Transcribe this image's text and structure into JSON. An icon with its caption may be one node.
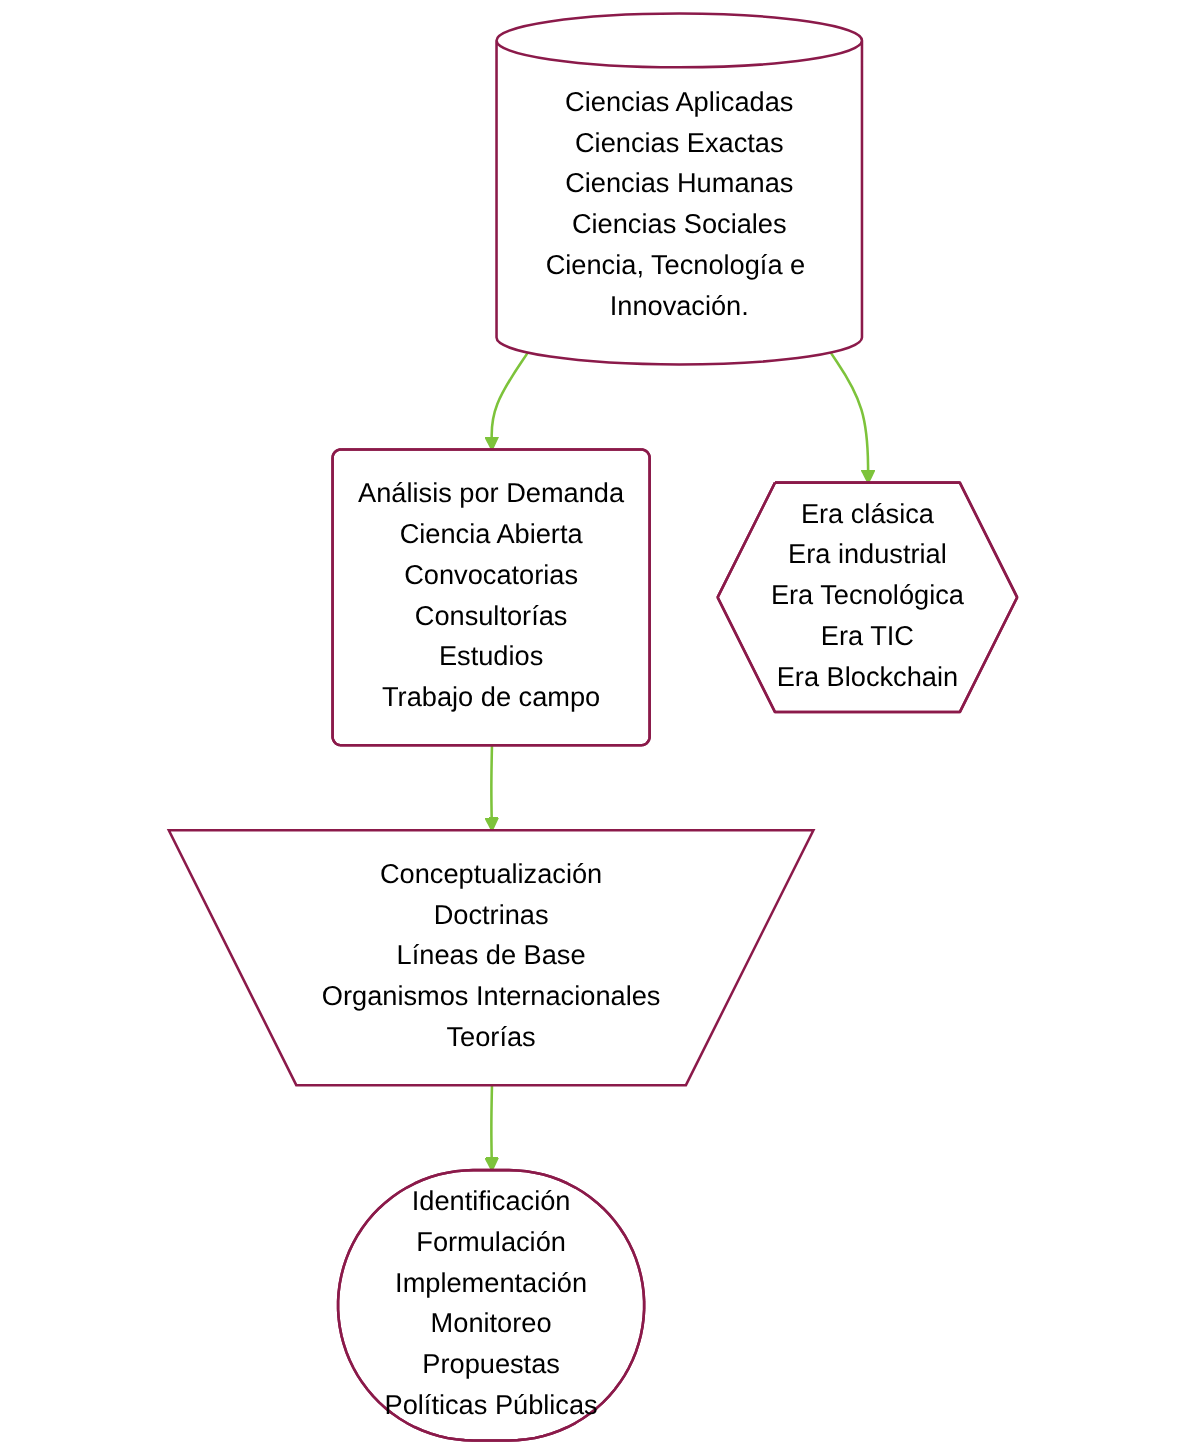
{
  "diagram": {
    "nodes": [
      {
        "text": [
          "Ciencias Aplicadas",
          "Ciencias Exactas",
          "Ciencias Humanas",
          "Ciencias Sociales",
          "Ciencia, Tecnología e Innovación."
        ]
      },
      {
        "text": [
          "Análisis por Demanda",
          "Ciencia Abierta",
          "Convocatorias",
          "Consultorías",
          "Estudios",
          "Trabajo de campo"
        ]
      },
      {
        "text": [
          "Era clásica",
          "Era industrial",
          "Era Tecnológica",
          "Era TIC",
          "Era Blockchain"
        ]
      },
      {
        "text": [
          "Conceptualización",
          "Doctrinas",
          "Líneas de Base",
          "Organismos Internacionales",
          "Teorías"
        ]
      },
      {
        "text": [
          "Identificación",
          "Formulación",
          "Implementación",
          "Monitoreo",
          "Propuestas",
          "Políticas Públicas"
        ]
      }
    ],
    "edges": [
      {
        "from": 0,
        "to": 1,
        "arrow": "to"
      },
      {
        "from": 0,
        "to": 2,
        "arrow": "to"
      },
      {
        "from": 1,
        "to": 3,
        "arrow": "to"
      },
      {
        "from": 3,
        "to": 4,
        "arrow": "to"
      }
    ]
  }
}
